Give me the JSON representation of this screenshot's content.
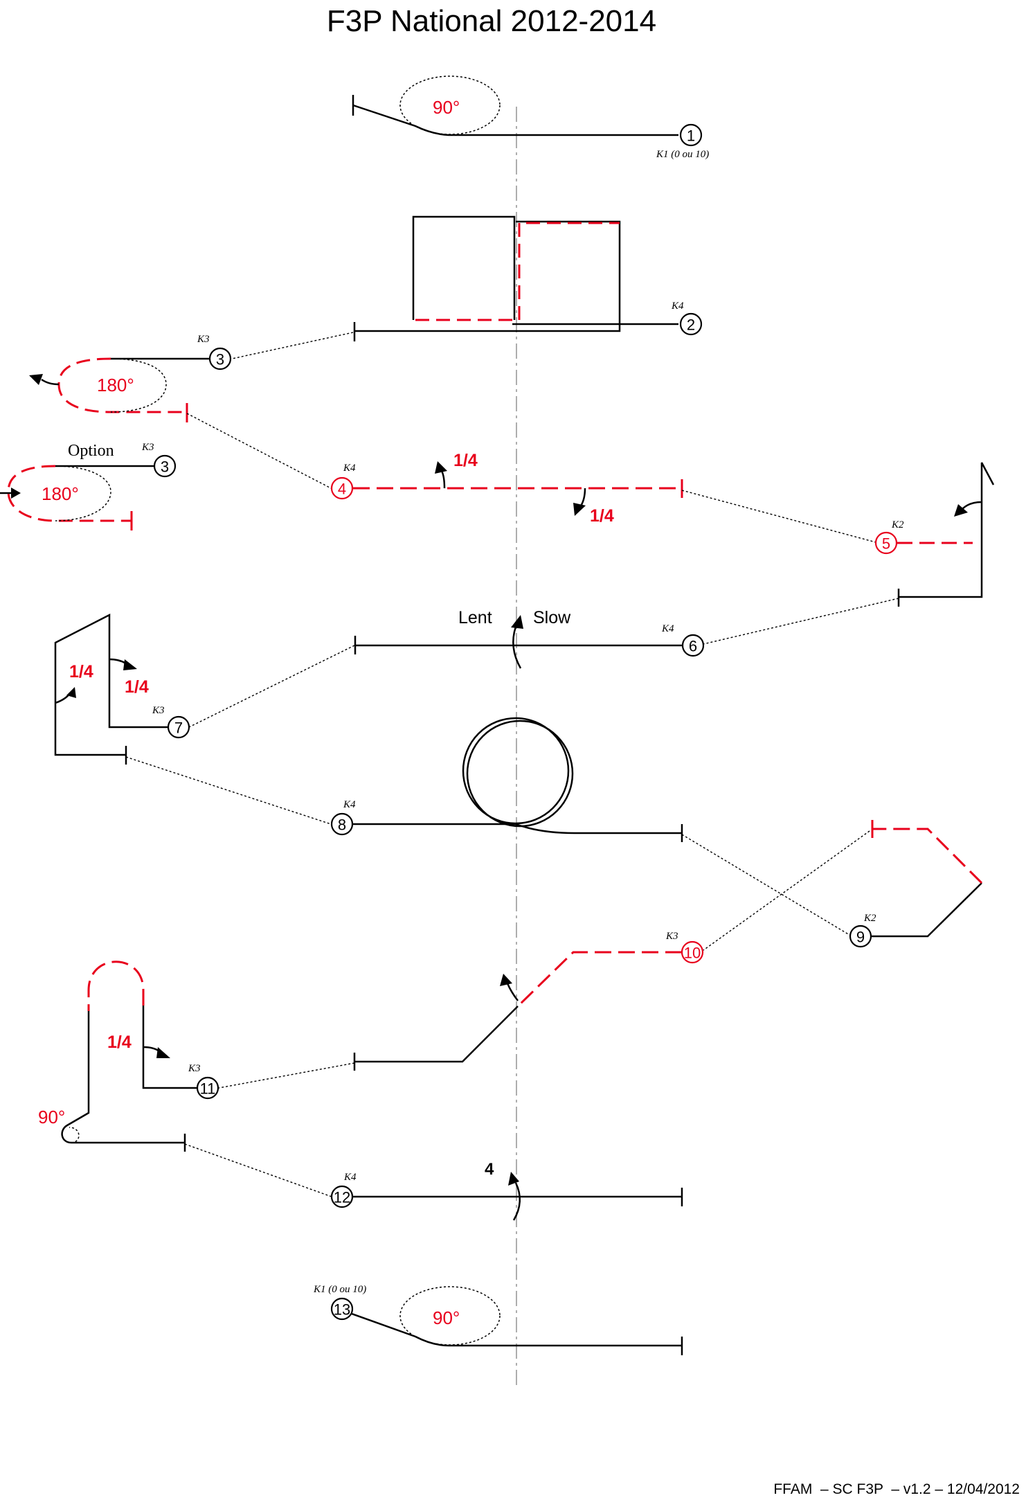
{
  "title": "F3P National 2012-2014",
  "footer": "FFAM  – SC F3P  – v1.2 – 12/04/2012",
  "colors": {
    "ink": "#000000",
    "accent": "#e8001c",
    "centerline": "#999999"
  },
  "maneuvers": [
    {
      "number": "1",
      "k_factor": "K1 (0 ou 10)",
      "color": "black"
    },
    {
      "number": "2",
      "k_factor": "K4",
      "color": "black"
    },
    {
      "number": "3",
      "k_factor": "K3",
      "color": "black"
    },
    {
      "number": "3",
      "k_factor": "K3",
      "color": "black",
      "note": "Option"
    },
    {
      "number": "4",
      "k_factor": "K4",
      "color": "red"
    },
    {
      "number": "5",
      "k_factor": "K2",
      "color": "red"
    },
    {
      "number": "6",
      "k_factor": "K4",
      "color": "black"
    },
    {
      "number": "7",
      "k_factor": "K3",
      "color": "black"
    },
    {
      "number": "8",
      "k_factor": "K4",
      "color": "black"
    },
    {
      "number": "9",
      "k_factor": "K2",
      "color": "black"
    },
    {
      "number": "10",
      "k_factor": "K3",
      "color": "red"
    },
    {
      "number": "11",
      "k_factor": "K3",
      "color": "black"
    },
    {
      "number": "12",
      "k_factor": "K4",
      "color": "black"
    },
    {
      "number": "13",
      "k_factor": "K1 (0 ou 10)",
      "color": "black"
    }
  ],
  "annotations": {
    "turn_90": "90°",
    "turn_180": "180°",
    "quarter": "1/4",
    "option": "Option",
    "lent": "Lent",
    "slow": "Slow",
    "rolls_4": "4"
  }
}
